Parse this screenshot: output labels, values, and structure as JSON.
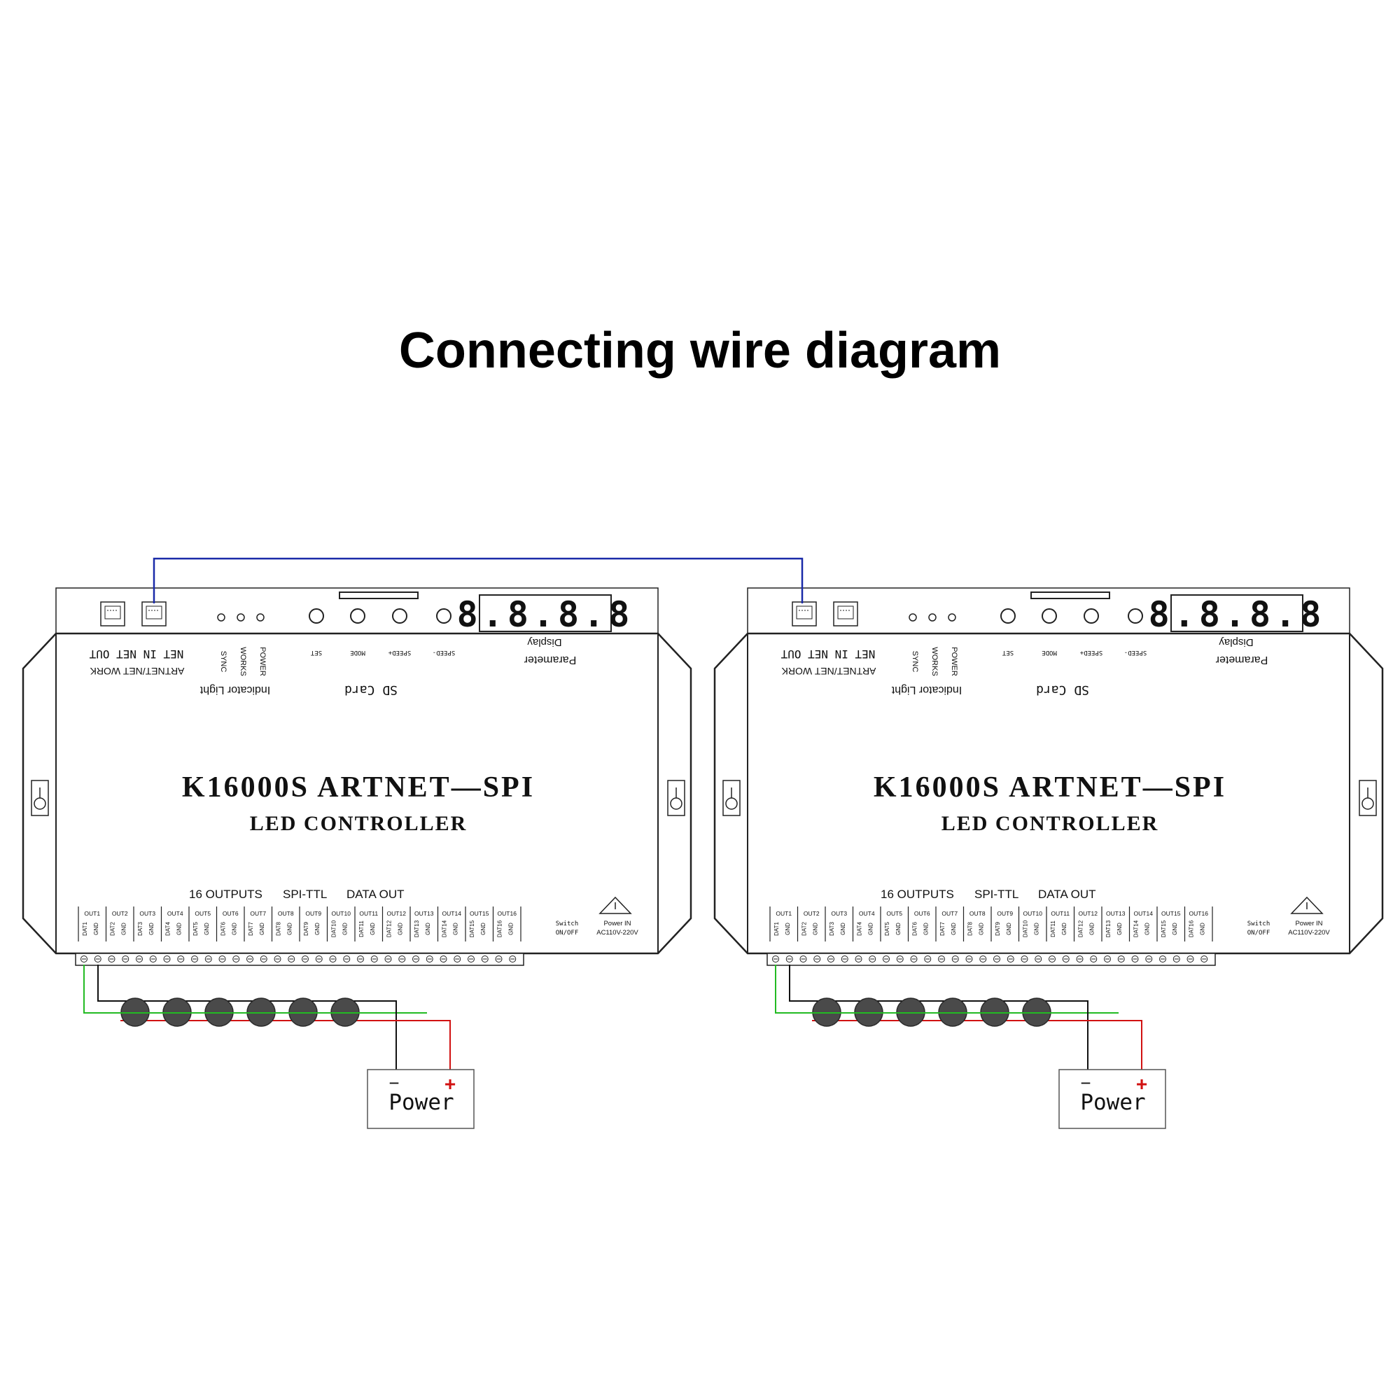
{
  "title": "Connecting wire diagram",
  "controller": {
    "model_line": "K16000S ARTNET—SPI",
    "subtitle": "LED CONTROLLER",
    "ports_label": "ARTNET/NET WORK",
    "net_ports": "NET IN  NET OUT",
    "indicator_labels": [
      "POWER",
      "WORKS",
      "SYNC"
    ],
    "indicator_title": "Indicator Light",
    "button_labels": [
      "SET",
      "MODE",
      "SPEED+",
      "SPEED-"
    ],
    "sd_card": "SD Card",
    "display_label_1": "Display",
    "display_label_2": "Parameter",
    "display_digits": "8.8.8.8",
    "outputs_heading": [
      "16 OUTPUTS",
      "SPI-TTL",
      "DATA OUT"
    ],
    "switch_label": [
      "Switch",
      "ON/OFF"
    ],
    "power_in_label": [
      "Power IN",
      "AC110V-220V"
    ],
    "channels": [
      "OUT1",
      "OUT2",
      "OUT3",
      "OUT4",
      "OUT5",
      "OUT6",
      "OUT7",
      "OUT8",
      "OUT9",
      "OUT10",
      "OUT11",
      "OUT12",
      "OUT13",
      "OUT14",
      "OUT15",
      "OUT16"
    ],
    "data_pins": [
      "DAT1",
      "DAT2",
      "DAT3",
      "DAT4",
      "DAT5",
      "DAT6",
      "DAT7",
      "DAT8",
      "DAT9",
      "DAT10",
      "DAT11",
      "DAT12",
      "DAT13",
      "DAT14",
      "DAT15",
      "DAT16"
    ],
    "gnd_label": "GND"
  },
  "power_supply": {
    "label": "Power",
    "minus": "−",
    "plus": "+"
  },
  "colors": {
    "network_cable": "#1a2aa8",
    "data_wire": "#22bb22",
    "positive_wire": "#d11111",
    "ground_wire": "#111111",
    "pixel": "#4a4a4a",
    "outline": "#222222"
  }
}
